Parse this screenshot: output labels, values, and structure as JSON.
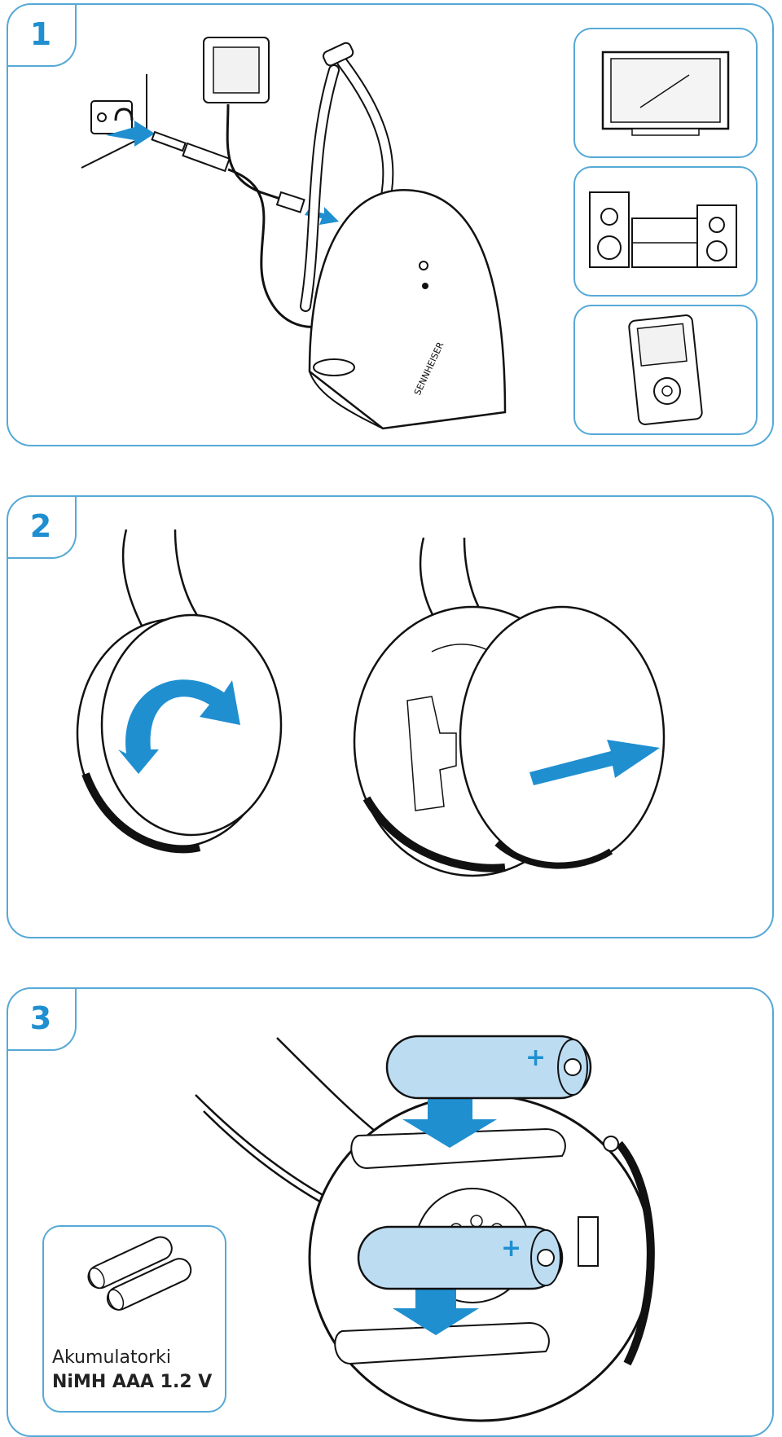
{
  "steps": [
    {
      "number": "1"
    },
    {
      "number": "2"
    },
    {
      "number": "3"
    }
  ],
  "battery_box": {
    "label_line1": "Akumulatorki",
    "label_line2": "NiMH AAA 1.2 V"
  },
  "colors": {
    "frame": "#56a9d6",
    "accent": "#1f8fd0",
    "battery_fill": "#bcdcf2",
    "line": "#111111"
  },
  "icons": [
    "power-adapter-icon",
    "headphone-jack-icon",
    "charging-base-icon",
    "tv-icon",
    "stereo-icon",
    "mp3-player-icon",
    "rotate-arrow-icon",
    "pull-arrow-icon",
    "battery-icon",
    "insert-arrow-icon"
  ]
}
